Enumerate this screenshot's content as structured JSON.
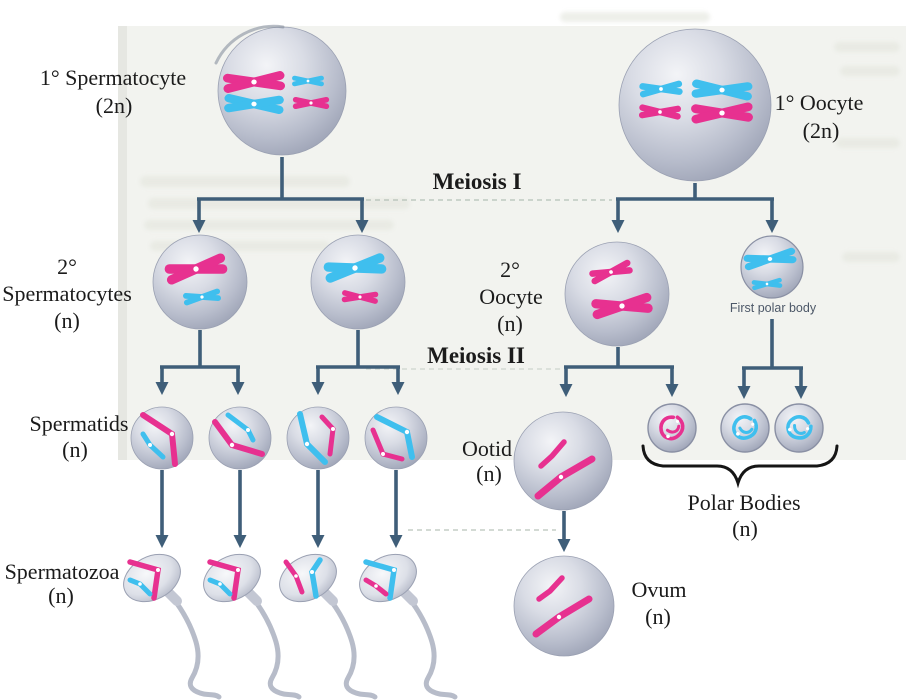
{
  "diagram": {
    "subject": "Meiosis: spermatogenesis and oogenesis",
    "stage_labels": {
      "meiosis1": "Meiosis I",
      "meiosis2": "Meiosis II"
    },
    "spermatogenesis": {
      "primary_spermatocyte": {
        "name": "1° Spermatocyte",
        "ploidy": "(2n)"
      },
      "secondary_spermatocytes": {
        "prefix": "2°",
        "name": "Spermatocytes",
        "ploidy": "(n)"
      },
      "spermatids": {
        "name": "Spermatids",
        "ploidy": "(n)"
      },
      "spermatozoa": {
        "name": "Spermatozoa",
        "ploidy": "(n)"
      }
    },
    "oogenesis": {
      "primary_oocyte": {
        "name": "1° Oocyte",
        "ploidy": "(2n)"
      },
      "secondary_oocyte": {
        "prefix": "2°",
        "name": "Oocyte",
        "ploidy": "(n)"
      },
      "first_polar_body": {
        "name": "First polar body"
      },
      "ootid": {
        "name": "Ootid",
        "ploidy": "(n)"
      },
      "polar_bodies": {
        "name": "Polar Bodies",
        "ploidy": "(n)"
      },
      "ovum": {
        "name": "Ovum",
        "ploidy": "(n)"
      }
    },
    "colors": {
      "chromosome_pink": "#e73190",
      "chromosome_blue": "#3fbfee",
      "arrow": "#3f5e79",
      "dashed_line": "#b6c2b8",
      "cell_silver": "#c3c8d6"
    }
  }
}
